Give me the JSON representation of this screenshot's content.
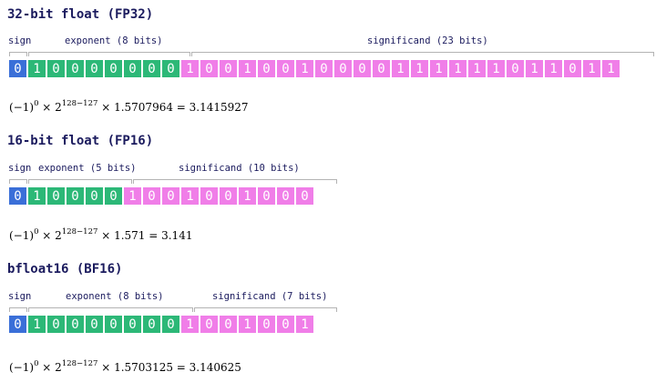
{
  "fp32": {
    "title": "32-bit float (FP32)",
    "sign_label": "sign",
    "exponent_label": "exponent (8 bits)",
    "mantissa_label": "significand (23 bits)",
    "sign_bits": "0",
    "exponent_bits": "10000000",
    "mantissa_bits": "10010010000111111011011",
    "formula": {
      "base": "(−1)",
      "base_exp": "0",
      "times1": " × 2",
      "pow_exp": "128−127",
      "tail": " × 1.5707964 = 3.1415927"
    }
  },
  "fp16": {
    "title": "16-bit float (FP16)",
    "sign_label": "sign",
    "exponent_label": "exponent (5 bits)",
    "mantissa_label": "significand (10 bits)",
    "sign_bits": "0",
    "exponent_bits": "10000",
    "mantissa_bits": "1001001000",
    "formula": {
      "base": "(−1)",
      "base_exp": "0",
      "times1": " × 2",
      "pow_exp": "128−127",
      "tail": " × 1.571 = 3.141"
    }
  },
  "bf16": {
    "title": "bfloat16 (BF16)",
    "sign_label": "sign",
    "exponent_label": "exponent (8 bits)",
    "mantissa_label": "significand (7 bits)",
    "sign_bits": "0",
    "exponent_bits": "10000000",
    "mantissa_bits": "1001001",
    "formula": {
      "base": "(−1)",
      "base_exp": "0",
      "times1": " × 2",
      "pow_exp": "128−127",
      "tail": " × 1.5703125 = 3.140625"
    }
  }
}
